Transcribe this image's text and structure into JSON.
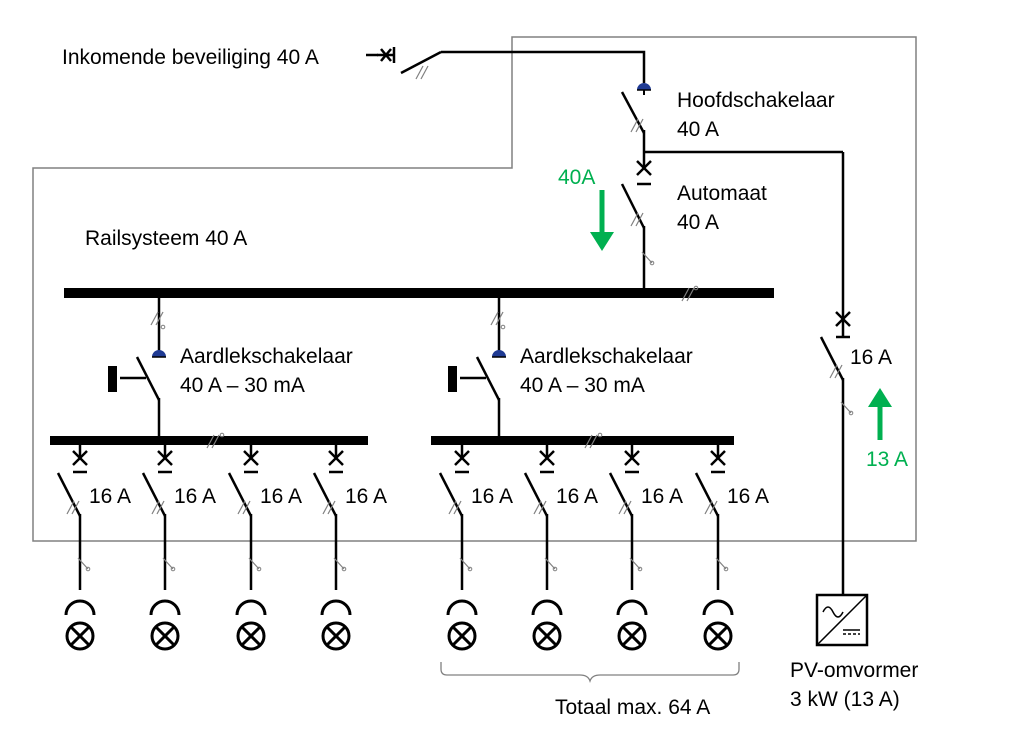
{
  "labels": {
    "incoming": "Inkomende beveiliging 40 A",
    "main_switch_line1": "Hoofdschakelaar",
    "main_switch_line2": "40 A",
    "breaker_line1": "Automaat",
    "breaker_line2": "40 A",
    "busbar": "Railsysteem 40 A",
    "rcd_left_line1": "Aardlekschakelaar",
    "rcd_left_line2": "40 A – 30 mA",
    "rcd_right_line1": "Aardlekschakelaar",
    "rcd_right_line2": "40 A – 30 mA",
    "pv_breaker": "16 A",
    "flow_down": "40A",
    "flow_up": "13 A",
    "group_breakers": [
      "16 A",
      "16 A",
      "16 A",
      "16 A",
      "16 A",
      "16 A",
      "16 A",
      "16 A"
    ],
    "total": "Totaal max.  64 A",
    "pv_inverter_line1": "PV-omvormer",
    "pv_inverter_line2": "3 kW (13 A)"
  },
  "colors": {
    "line": "#000000",
    "enclosure": "#808080",
    "flow_arrow": "#00b050",
    "rcd_indicator": "#1f3a93"
  },
  "icons": {
    "lamp": "lamp-symbol-icon",
    "socket": "socket-symbol-icon",
    "breaker": "circuit-breaker-symbol-icon",
    "switch": "switch-symbol-icon",
    "inverter": "inverter-symbol-icon",
    "flow_arrow": "arrow-icon"
  }
}
